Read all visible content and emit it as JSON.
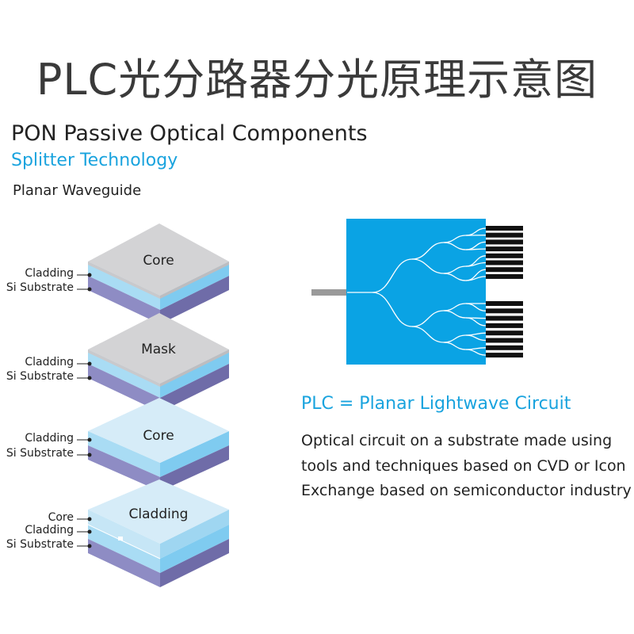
{
  "main_title": "PLC光分路器分光原理示意图",
  "heading": "PON Passive Optical Components",
  "subheading": "Splitter Technology",
  "caption": "Planar Waveguide",
  "layer_stacks": [
    {
      "top_label": "Core",
      "side_labels": [
        "Cladding",
        "Si Substrate"
      ]
    },
    {
      "top_label": "Mask",
      "side_labels": [
        "Cladding",
        "Si Substrate"
      ]
    },
    {
      "top_label": "Core",
      "side_labels": [
        "Cladding",
        "Si Substrate"
      ]
    },
    {
      "top_label": "Cladding",
      "side_labels": [
        "Core",
        "Cladding",
        "Si Substrate"
      ]
    }
  ],
  "plc": {
    "title": "PLC = Planar Lightwave Circuit",
    "description": [
      "Optical circuit on a substrate made using",
      "tools and techniques based on CVD or Icon",
      "Exchange based on semiconductor industry"
    ]
  },
  "colors": {
    "accent": "#19a3de",
    "chip_blue": "#0aa3e4",
    "cladding": "#a9dcf4",
    "substrate": "#8e8cc4",
    "gray_top": "#d3d3d5",
    "light_top": "#d6ecf8"
  }
}
